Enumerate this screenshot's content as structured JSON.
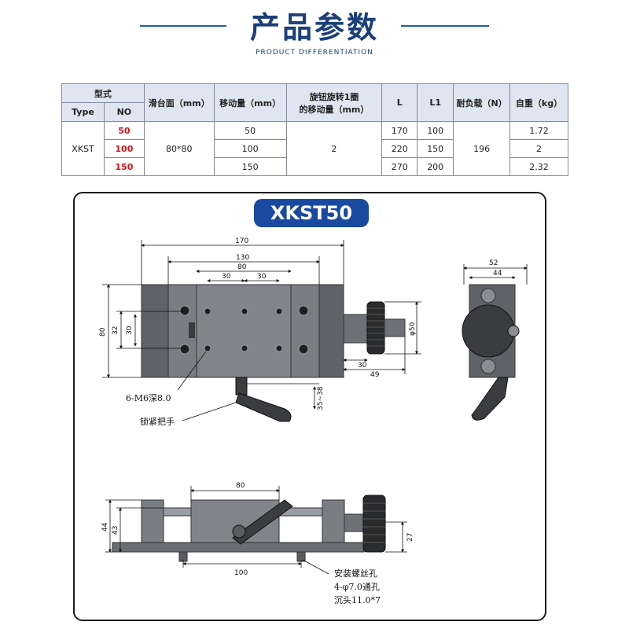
{
  "header": {
    "title": "产品参数",
    "subtitle": "PRODUCT DIFFERENTIATION"
  },
  "spec_table": {
    "headers": {
      "model": "型式",
      "type": "Type",
      "no": "NO",
      "table_surface": "滑台面（mm）",
      "travel": "移动量（mm）",
      "knob_line1": "旋钮旋转1圈",
      "knob_line2": "的移动量（mm）",
      "l": "L",
      "l1": "L1",
      "load": "耐负载（N）",
      "weight": "自重（kg）"
    },
    "type_value": "XKST",
    "table_surface_value": "80*80",
    "knob_value": "2",
    "load_value": "196",
    "rows": [
      {
        "no": "50",
        "travel": "50",
        "l": "170",
        "l1": "100",
        "weight": "1.72"
      },
      {
        "no": "100",
        "travel": "100",
        "l": "220",
        "l1": "150",
        "weight": "2"
      },
      {
        "no": "150",
        "travel": "150",
        "l": "270",
        "l1": "200",
        "weight": "2.32"
      }
    ]
  },
  "drawing": {
    "model_badge": "XKST50",
    "top_view": {
      "dim_170": "170",
      "dim_130": "130",
      "dim_80": "80",
      "dim_30_left": "30",
      "dim_30_right": "30",
      "dim_80_v": "80",
      "dim_32": "32",
      "dim_30_v": "30",
      "dim_d50": "φ50",
      "dim_30_h": "30",
      "dim_49": "49",
      "dim_35_38": "35~38",
      "hole_note": "6-M6深8.0",
      "lock_note": "锁紧把手"
    },
    "side_view": {
      "dim_52": "52",
      "dim_44": "44"
    },
    "front_view": {
      "dim_80": "80",
      "dim_44": "44",
      "dim_43": "43",
      "dim_27": "27",
      "dim_100": "100",
      "mount_line1": "安装螺丝孔",
      "mount_line2": "4-φ7.0通孔",
      "mount_line3": "沉头11.0*7"
    }
  },
  "colors": {
    "brand_blue": "#1a4aa0",
    "title_blue": "#1a3f7a",
    "highlight_red": "#d0171c",
    "header_fill": "#dfe6f1",
    "part_gray": "#6f7276"
  }
}
